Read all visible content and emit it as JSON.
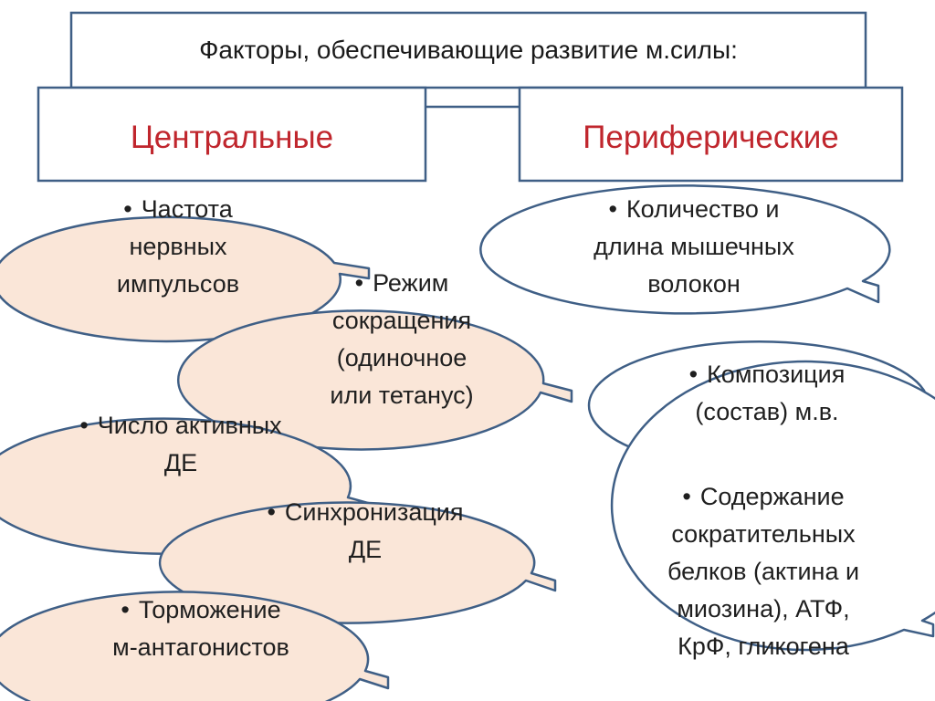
{
  "title": "Факторы, обеспечивающие  развитие м.силы:",
  "central": {
    "label": "Центральные",
    "items": [
      {
        "bullet": "•",
        "lines": [
          "Частота",
          "нервных",
          "импульсов"
        ]
      },
      {
        "bullet": "•",
        "lines": [
          "Режим",
          "сокращения",
          "(одиночное",
          "или тетанус)"
        ]
      },
      {
        "bullet": "•",
        "lines": [
          "Число активных",
          "ДЕ"
        ]
      },
      {
        "bullet": "•",
        "lines": [
          "Синхронизация",
          "ДЕ"
        ]
      },
      {
        "bullet": "•",
        "lines": [
          "Торможение",
          "м-антагонистов"
        ]
      }
    ]
  },
  "peripheral": {
    "label": "Периферические",
    "items": [
      {
        "bullet": "•",
        "lines": [
          "Количество и",
          "длина мышечных",
          "волокон"
        ]
      },
      {
        "bullet": "•",
        "lines": [
          "Композиция",
          "(состав) м.в."
        ]
      },
      {
        "bullet": "•",
        "lines": [
          "Содержание",
          "сократительных",
          "белков (актина и",
          "миозина), АТФ,",
          "КрФ, гликогена"
        ]
      }
    ]
  },
  "colors": {
    "border": "#3f5f86",
    "central_fill": "#fae6d8",
    "peripheral_fill": "#ffffff",
    "category_text": "#c0262d"
  }
}
